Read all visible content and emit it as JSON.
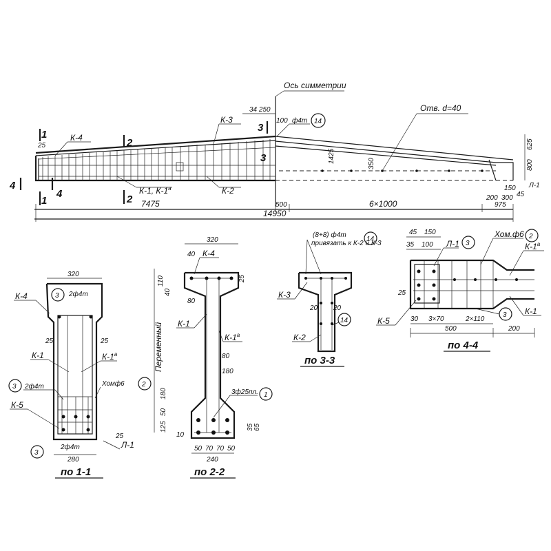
{
  "elevation": {
    "axis_label": "Ось симметрии",
    "hole_label": "Отв. d=40",
    "cage_k4": "К-4",
    "cage_k3": "К-3",
    "cage_k2": "К-2",
    "cage_k1": "К-1, К-1",
    "cage_k1_sup": "а",
    "bar_label": "ф4т",
    "callout_14": "14",
    "section_1": "1",
    "section_2": "2",
    "section_3": "3",
    "section_4": "4",
    "dim_25": "25",
    "dim_34250": "34 250",
    "dim_100": "100",
    "dim_1425": "1425",
    "dim_350": "350",
    "dim_625": "625",
    "dim_800": "800",
    "dim_150": "150",
    "dim_200": "200",
    "dim_300": "300",
    "dim_45": "45",
    "dim_975": "975",
    "dim_7475": "7475",
    "dim_500": "500",
    "dim_6x1000": "6×1000",
    "dim_14950": "14950",
    "label_L1": "Л-1"
  },
  "section_1_1": {
    "title": "по 1-1",
    "dim_320": "320",
    "dim_280": "280",
    "dim_25": "25",
    "k4": "К-4",
    "k1": "К-1",
    "k1a": "К-1",
    "k1a_sup": "а",
    "k5": "К-5",
    "l1": "Л-1",
    "bars_top": "2ф4т",
    "bars_mid": "2ф4т",
    "bars_bot": "2ф4т",
    "stirrup": "Хомф6",
    "callout_2": "2",
    "callout_3": "3"
  },
  "section_2_2": {
    "title": "по 2-2",
    "dim_320": "320",
    "dim_40": "40",
    "dim_110": "110",
    "dim_40b": "40",
    "dim_80": "80",
    "dim_25": "25",
    "dim_180": "180",
    "dim_125": "125",
    "dim_50": "50",
    "dim_10": "10",
    "dim_35": "35",
    "dim_65": "65",
    "dim_row_50": "50",
    "dim_row_70": "70",
    "dim_row_70b": "70",
    "dim_row_50b": "50",
    "dim_240": "240",
    "variable": "Переменный",
    "k4": "К-4",
    "k1": "К-1",
    "k1a": "К-1",
    "k1a_sup": "а",
    "strands": "3ф25пл.",
    "callout_1": "1"
  },
  "section_3_3": {
    "title": "по 3-3",
    "bars": "(8+8) ф4т",
    "note": "привязать к К-2 и К-3",
    "k3": "К-3",
    "k2": "К-2",
    "dim_20": "20",
    "callout_14": "14"
  },
  "section_4_4": {
    "title": "по 4-4",
    "dim_45": "45",
    "dim_150": "150",
    "dim_35": "35",
    "dim_100": "100",
    "dim_25": "25",
    "dim_30": "30",
    "dim_3x70": "3×70",
    "dim_2x110": "2×110",
    "dim_500": "500",
    "dim_200": "200",
    "l1": "Л-1",
    "k5": "К-5",
    "k1": "К-1",
    "k1a": "К-1",
    "k1a_sup": "а",
    "stirrup": "Хом.ф6",
    "callout_2": "2",
    "callout_3": "3"
  }
}
